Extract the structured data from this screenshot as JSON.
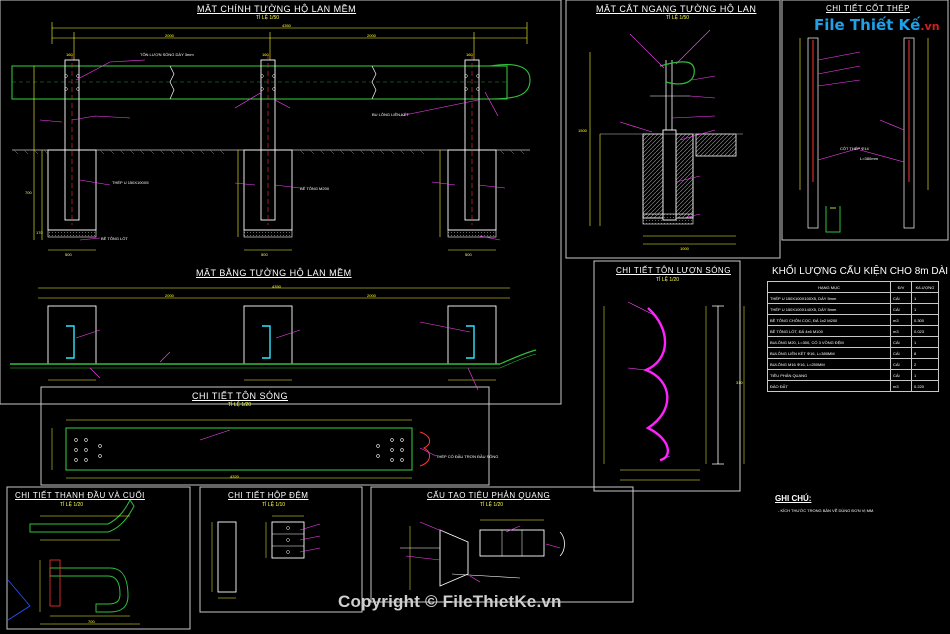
{
  "sections": {
    "elevation": {
      "title": "MẶT CHÍNH TƯỜNG HỘ LAN MỀM",
      "scale": "TỈ LỆ 1/50"
    },
    "cross_section": {
      "title": "MẶT CẮT NGANG TƯỜNG HỘ LAN",
      "scale": "TỈ LỆ 1/50"
    },
    "rebar": {
      "title": "CHI TIẾT CỐT THÉP"
    },
    "plan": {
      "title": "MẶT BẰNG TƯỜNG HỘ LAN MỀM"
    },
    "wave_detail": {
      "title": "CHI TIẾT TÔN LƯỢN SÓNG",
      "scale": "TỈ LỆ 1/20"
    },
    "wave_sheet": {
      "title": "CHI TIẾT TÔN SÓNG",
      "scale": "TỈ LỆ 1/20"
    },
    "end_piece": {
      "title": "CHI TIẾT THANH ĐẦU VÀ CUỐI",
      "scale": "TỈ LỆ 1/20"
    },
    "spacer": {
      "title": "CHI TIẾT HỘP ĐỆM",
      "scale": "TỈ LỆ 1/10"
    },
    "reflector": {
      "title": "CẤU TẠO TIÊU PHẢN QUANG",
      "scale": "TỈ LỆ 1/20"
    }
  },
  "dimensions": {
    "total": "4350",
    "span": "2000",
    "post_w": "160",
    "found_w": "500",
    "depth": "1500",
    "h_above": "700",
    "base": "170",
    "cs_total": "1000",
    "sheet_len": "4320",
    "end_len": "700",
    "wave_h": "310"
  },
  "quantity_table": {
    "title": "KHỐI LƯỢNG CẤU KIỆN CHO 8m DÀI",
    "headers": [
      "HẠNG MỤC",
      "Đ/V",
      "K/LƯỢNG"
    ],
    "rows": [
      [
        "THÉP U 150X100X100X5, DÀY 5mm",
        "CÁI",
        "1"
      ],
      [
        "THÉP U 150X100X140X5, DÀY 5mm",
        "CÁI",
        "1"
      ],
      [
        "BÊ TÔNG CHÔN CỌC, ĐÁ 1x2 M200",
        "m3",
        "0.300"
      ],
      [
        "BÊ TÔNG LÓT, ĐÁ 4x6 M100",
        "m3",
        "0.023"
      ],
      [
        "BULÔNG M20, L=300, CÓ 3 VÒNG ĐỆM",
        "CÁI",
        "1"
      ],
      [
        "BULÔNG LIÊN KẾT Φ16, L=380MM",
        "CÁI",
        "8"
      ],
      [
        "BULÔNG M16 Φ16, L=250MM",
        "CÁI",
        "2"
      ],
      [
        "TIÊU PHẢN QUANG",
        "CÁI",
        "1"
      ],
      [
        "ĐÀO ĐẤT",
        "m3",
        "0.220"
      ]
    ]
  },
  "notes": {
    "title": "GHI CHÚ:",
    "items": [
      "- KÍCH THƯỚC TRONG BẢN VẼ DÙNG ĐƠN VỊ MM."
    ]
  },
  "labels": {
    "wave_sheet": "TÔN LƯỢN SÓNG DÀY 3mm",
    "end_piece": "THÉP CÓ ĐẦU TRƠN ĐẦU SÓNG",
    "bolt": "BU LÔNG LIÊN KẾT",
    "post": "THÉP U 150X100X5",
    "concrete": "BÊ TÔNG M200",
    "lining": "BÊ TÔNG LÓT",
    "pole_c": "CỘT THÉP Φ14",
    "rebar_l": "L=380mm"
  },
  "watermark": {
    "logo": "File Thiết Kế",
    "logo_suffix": ".vn",
    "copyright": "Copyright © FileThietKe.vn"
  },
  "colors": {
    "background": "#000000",
    "frame": "#c8c8c8",
    "rail": "#2fbf3a",
    "post": "#ffffff",
    "dimension": "#ffff33",
    "callout": "#ff44ff",
    "rebar": "#ff3333",
    "cyan": "#33e5ff",
    "magenta": "#ff22ff"
  }
}
